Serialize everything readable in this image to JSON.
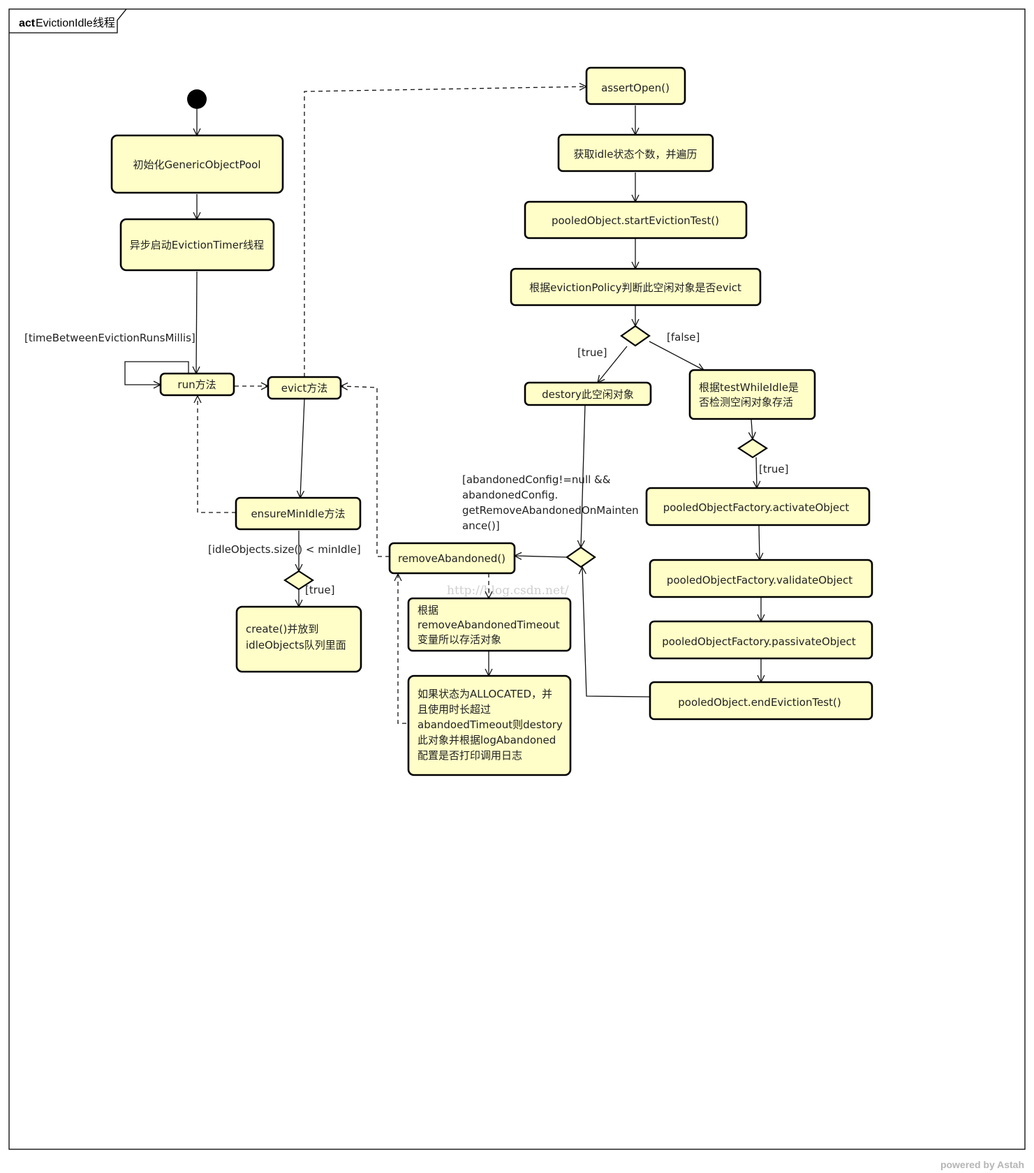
{
  "frame": {
    "kind": "act",
    "title": "EvictionIdle线程"
  },
  "nodes": {
    "init": "初始化GenericObjectPool",
    "async_timer": "异步启动EvictionTimer线程",
    "run": "run方法",
    "evict": "evict方法",
    "ensure_min_idle": "ensureMinIdle方法",
    "create": [
      "create()并放到",
      "idleObjects队列里面"
    ],
    "assert_open": "assertOpen()",
    "get_idle": "获取idle状态个数，并遍历",
    "start_eviction_test": "pooledObject.startEvictionTest()",
    "judge_evict": "根据evictionPolicy判断此空闲对象是否evict",
    "destroy_idle": "destory此空闲对象",
    "test_while_idle": [
      "根据testWhileIdle是",
      "否检测空闲对象存活"
    ],
    "activate": "pooledObjectFactory.activateObject",
    "validate": "pooledObjectFactory.validateObject",
    "passivate": "pooledObjectFactory.passivateObject",
    "end_eviction_test": "pooledObject.endEvictionTest()",
    "remove_abandoned": "removeAbandoned()",
    "by_timeout": [
      "根据",
      "removeAbandonedTimeout",
      "变量所以存活对象"
    ],
    "if_allocated": [
      "如果状态为ALLOCATED，并",
      "且使用时长超过",
      "abandoedTimeout则destory",
      "此对象并根据logAbandoned",
      "配置是否打印调用日志"
    ]
  },
  "guards": {
    "time_between": "[timeBetweenEvictionRunsMillis]",
    "idle_size": "[idleObjects.size() < minIdle]",
    "true_create": "[true]",
    "true_destroy": "[true]",
    "false_test": "[false]",
    "true_activate": "[true]",
    "abandoned": [
      "[abandonedConfig!=null &&",
      "abandonedConfig.",
      "getRemoveAbandonedOnMainten",
      "ance()]"
    ]
  },
  "watermark": "http://blog.csdn.net/",
  "footer": "powered by Astah"
}
